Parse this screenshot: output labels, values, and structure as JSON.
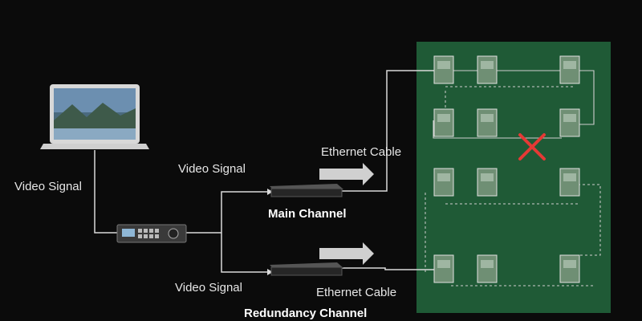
{
  "labels": {
    "video_signal_left": "Video Signal",
    "video_signal_top": "Video Signal",
    "video_signal_bottom": "Video Signal",
    "ethernet_cable_top": "Ethernet Cable",
    "ethernet_cable_bottom": "Ethernet Cable",
    "main_channel": "Main Channel",
    "redundancy_channel": "Redundancy Channel"
  },
  "colors": {
    "background": "#0b0b0b",
    "panel": "#1f5a36",
    "wire": "#d9d9d9",
    "arrow": "#d0d0d0",
    "fault_mark": "#e53935"
  },
  "icons": {
    "laptop": "laptop-icon",
    "video_processor": "video-processor-icon",
    "sending_card": "sending-box-icon",
    "receiving_card": "receiving-card-icon",
    "fault": "fault-x-icon"
  }
}
